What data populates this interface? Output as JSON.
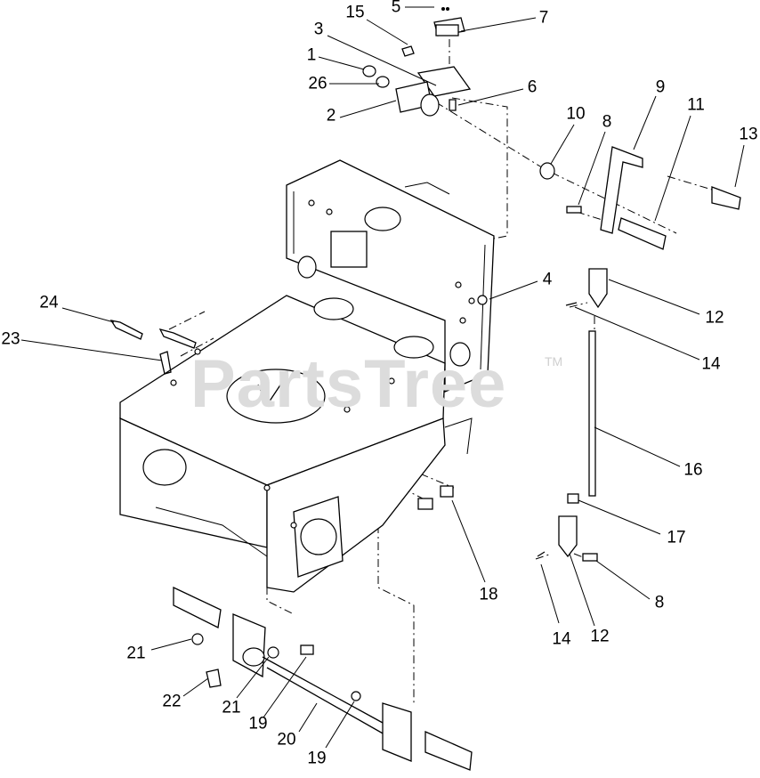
{
  "watermark": {
    "text": "PartsTree",
    "mark": "TM"
  },
  "callouts": [
    {
      "id": "c15a",
      "label": "15"
    },
    {
      "id": "c5",
      "label": "5"
    },
    {
      "id": "c7",
      "label": "7"
    },
    {
      "id": "c3",
      "label": "3"
    },
    {
      "id": "c1",
      "label": "1"
    },
    {
      "id": "c26",
      "label": "26"
    },
    {
      "id": "c6",
      "label": "6"
    },
    {
      "id": "c2",
      "label": "2"
    },
    {
      "id": "c9",
      "label": "9"
    },
    {
      "id": "c11",
      "label": "11"
    },
    {
      "id": "c10",
      "label": "10"
    },
    {
      "id": "c8a",
      "label": "8"
    },
    {
      "id": "c13",
      "label": "13"
    },
    {
      "id": "c4",
      "label": "4"
    },
    {
      "id": "c12a",
      "label": "12"
    },
    {
      "id": "c24",
      "label": "24"
    },
    {
      "id": "c23",
      "label": "23"
    },
    {
      "id": "c14a",
      "label": "14"
    },
    {
      "id": "c16",
      "label": "16"
    },
    {
      "id": "c17",
      "label": "17"
    },
    {
      "id": "c18",
      "label": "18"
    },
    {
      "id": "c8b",
      "label": "8"
    },
    {
      "id": "c14b",
      "label": "14"
    },
    {
      "id": "c12b",
      "label": "12"
    },
    {
      "id": "c21a",
      "label": "21"
    },
    {
      "id": "c22",
      "label": "22"
    },
    {
      "id": "c21b",
      "label": "21"
    },
    {
      "id": "c19a",
      "label": "19"
    },
    {
      "id": "c20",
      "label": "20"
    },
    {
      "id": "c19b",
      "label": "19"
    }
  ]
}
